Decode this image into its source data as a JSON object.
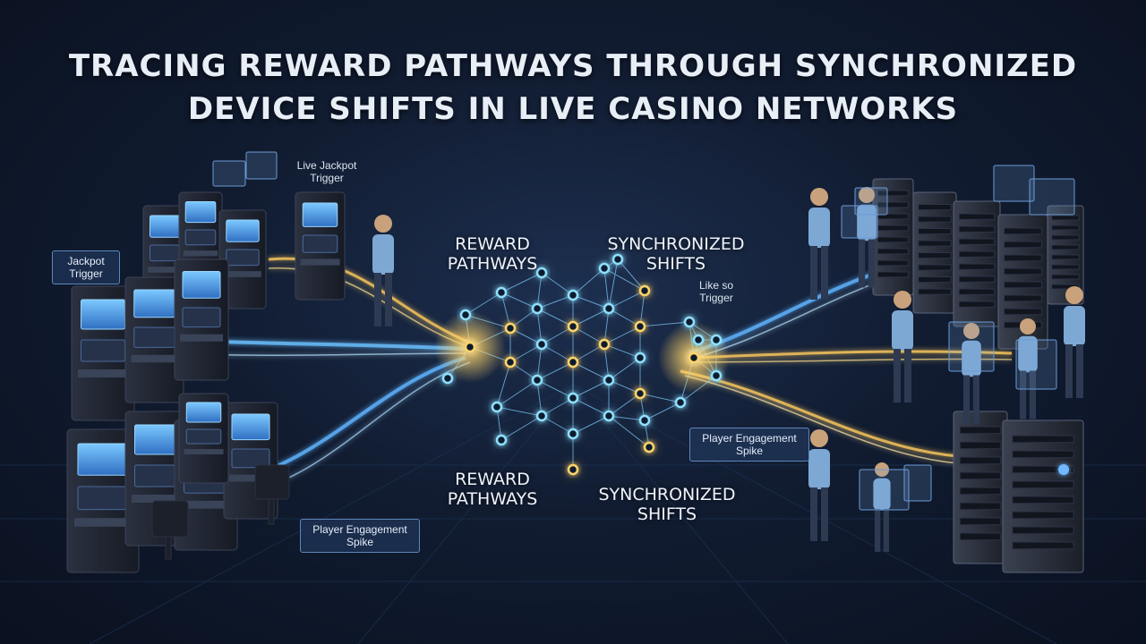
{
  "title": {
    "line1": "TRACING REWARD PATHWAYS THROUGH SYNCHRONIZED",
    "line2": "DEVICE SHIFTS IN LIVE CASINO NETWORKS"
  },
  "labels": {
    "reward_top": "REWARD PATHWAYS",
    "sync_top": "SYNCHRONIZED SHIFTS",
    "reward_bottom": "REWARD PATHWAYS",
    "sync_bottom": "SYNCHRONIZED SHIFTS"
  },
  "callouts": {
    "live_jackpot": "Live Jackpot Trigger",
    "jackpot_trigger": "Jackpot Trigger",
    "like_so_trigger": "Like so Trigger",
    "engagement_right": "Player Engagement Spike",
    "engagement_left": "Player Engagement Spike"
  },
  "colors": {
    "gold": "#f3c35c",
    "blue": "#5fb4ff",
    "node_blue": "#8fe0ff",
    "node_gold": "#ffd46b"
  }
}
